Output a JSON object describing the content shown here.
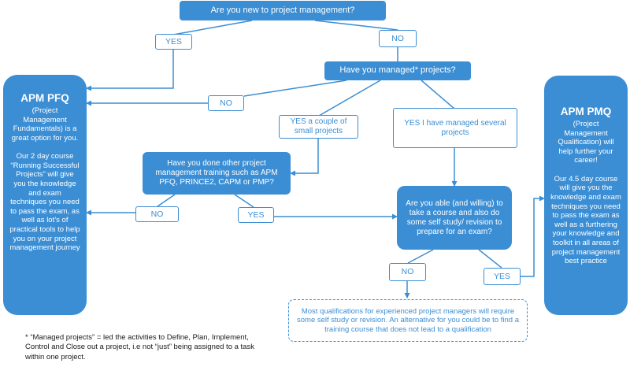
{
  "colors": {
    "primary": "#3b8ed4",
    "text_dark": "#1a1a1a",
    "background": "#ffffff"
  },
  "nodes": {
    "q_new": "Are you new to project management?",
    "yes_1": "YES",
    "no_1": "NO",
    "q_managed": "Have you managed* projects?",
    "no_2": "NO",
    "yes_couple": "YES a couple of small projects",
    "yes_several": "YES I have managed several projects",
    "q_training": "Have you done other project management training such as APM PFQ, PRINCE2, CAPM or PMP?",
    "no_3": "NO",
    "yes_3": "YES",
    "q_able": "Are you able (and willing) to take a course and also do some self study/ revision to prepare for an exam?",
    "no_4": "NO",
    "yes_4": "YES",
    "note_self_study": "Most qualifications for experienced project managers will require some self study or revision. An alternative for you could be to find a training course that does not lead to a qualification"
  },
  "pfq": {
    "title": "APM PFQ",
    "subtitle": "(Project Management Fundamentals) is a great option for you.",
    "body": "Our 2 day course “Running Successful Projects” will give you the knowledge and exam techniques you need to pass the exam, as well as lot’s of practical tools to help you on your project management journey"
  },
  "pmq": {
    "title": "APM PMQ",
    "subtitle": "(Project Management Qualification) will help further your career!",
    "body": "Our 4.5 day course will give you the knowledge and exam techniques you need to pass the exam as well as a furthering your knowledge and toolkit in all areas of project management best practice"
  },
  "footnote": "* “Managed projects” = led the activities to Define, Plan, Implement, Control and Close out a project, i.e not “just” being assigned to a task within one project."
}
